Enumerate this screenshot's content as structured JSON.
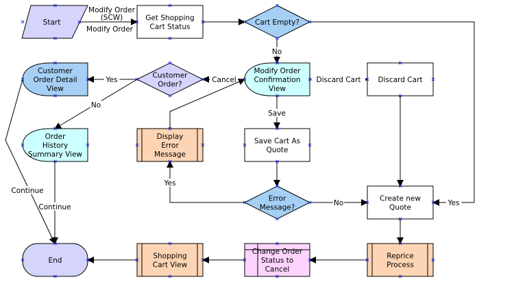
{
  "colors": {
    "start_end": "#d4d4fc",
    "decision_blue": "#a6cff5",
    "decision_lavender": "#d4d4fc",
    "view_cyan": "#ccffff",
    "view_blue": "#a6cff5",
    "task": "#ffffff",
    "subprocess": "#fdd5b4",
    "pink_task": "#fdd4fd",
    "connector": "#2233dd"
  },
  "nodes": {
    "start": {
      "label": [
        "Start"
      ]
    },
    "get_cart_status": {
      "label": [
        "Get Shopping",
        "Cart Status"
      ]
    },
    "cart_empty": {
      "label": [
        "Cart Empty?"
      ]
    },
    "modify_order_conf": {
      "label": [
        "Modify Order",
        "Confirmation",
        "View"
      ]
    },
    "discard_cart": {
      "label": [
        "Discard Cart"
      ]
    },
    "customer_order": {
      "label": [
        "Customer",
        "Order?"
      ]
    },
    "customer_order_detail": {
      "label": [
        "Customer",
        "Order Detail",
        "View"
      ]
    },
    "order_history": {
      "label": [
        "Order",
        "History",
        "Summary View"
      ]
    },
    "display_error": {
      "label": [
        "Display",
        "Error",
        "Message"
      ]
    },
    "save_cart_quote": {
      "label": [
        "Save Cart As",
        "Quote"
      ]
    },
    "error_message": {
      "label": [
        "Error",
        "Message?"
      ]
    },
    "create_quote": {
      "label": [
        "Create new",
        "Quote"
      ]
    },
    "end": {
      "label": [
        "End"
      ]
    },
    "shopping_cart_view": {
      "label": [
        "Shopping",
        "Cart View"
      ]
    },
    "change_status": {
      "label": [
        "Change Order",
        "Status to",
        "Cancel"
      ]
    },
    "reprice": {
      "label": [
        "Reprice",
        "Process"
      ]
    }
  },
  "edges": {
    "start_to_status": {
      "label": "Modify Order (SCW)",
      "overlap_label": "Modify Order"
    },
    "status_to_empty": {
      "label": ""
    },
    "empty_yes": {
      "label": "Yes"
    },
    "empty_no": {
      "label": "No"
    },
    "discard": {
      "label": "Discard Cart"
    },
    "cancel": {
      "label": "Cancel"
    },
    "co_yes": {
      "label": "Yes"
    },
    "co_no": {
      "label": "No"
    },
    "error_back": {
      "label": ""
    },
    "save": {
      "label": "Save"
    },
    "save_to_err": {
      "label": ""
    },
    "err_yes": {
      "label": "Yes"
    },
    "err_no": {
      "label": "No"
    },
    "discard_to_quote": {
      "label": ""
    },
    "quote_to_reprice": {
      "label": ""
    },
    "reprice_to_change": {
      "label": ""
    },
    "change_to_view": {
      "label": ""
    },
    "view_to_end": {
      "label": ""
    },
    "history_continue": {
      "label": "Continue"
    },
    "detail_continue": {
      "label": "Continue"
    }
  }
}
